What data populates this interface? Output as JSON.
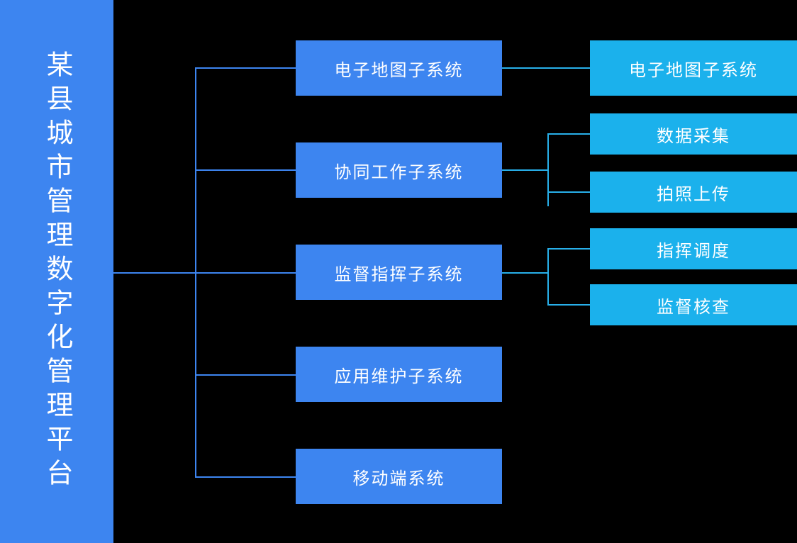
{
  "diagram": {
    "type": "tree-hierarchy",
    "orientation": "left-to-right",
    "background_color": "#000000",
    "root": {
      "label": "某县城市管理数字化管理平台",
      "color": "#3d85f0",
      "text_color": "#ffffff",
      "orientation": "vertical"
    },
    "level1_color": "#3d85f0",
    "level2_color": "#1bb1ec",
    "level1_connector_color": "#3d85f0",
    "level2_connector_color": "#28b0ea",
    "nodes": [
      {
        "id": "n1",
        "label": "电子地图子系统",
        "level": 1,
        "children": [
          {
            "id": "n1c1",
            "label": "电子地图子系统",
            "level": 2
          }
        ]
      },
      {
        "id": "n2",
        "label": "协同工作子系统",
        "level": 1,
        "children": [
          {
            "id": "n2c1",
            "label": "数据采集",
            "level": 2
          },
          {
            "id": "n2c2",
            "label": "拍照上传",
            "level": 2
          }
        ]
      },
      {
        "id": "n3",
        "label": "监督指挥子系统",
        "level": 1,
        "children": [
          {
            "id": "n3c1",
            "label": "指挥调度",
            "level": 2
          },
          {
            "id": "n3c2",
            "label": "监督核查",
            "level": 2
          }
        ]
      },
      {
        "id": "n4",
        "label": "应用维护子系统",
        "level": 1,
        "children": []
      },
      {
        "id": "n5",
        "label": "移动端系统",
        "level": 1,
        "children": []
      }
    ]
  }
}
